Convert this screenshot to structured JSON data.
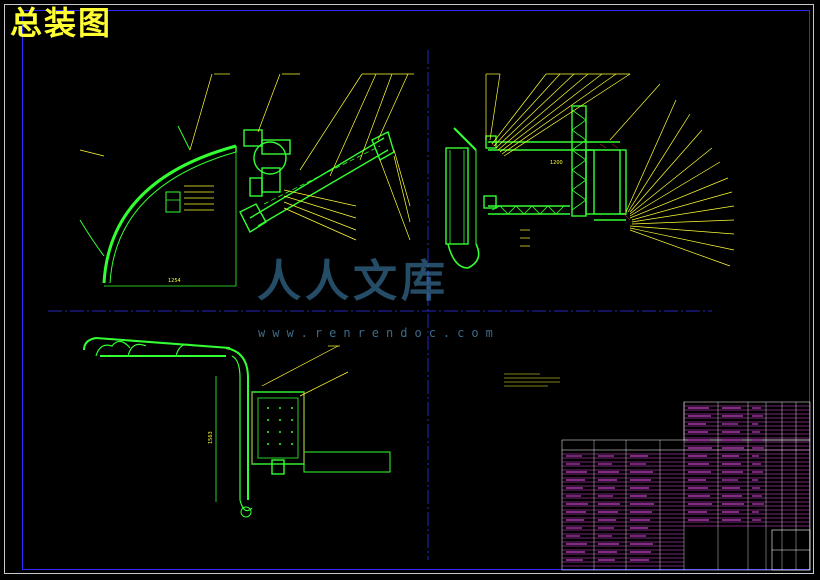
{
  "drawing": {
    "title": "总装图",
    "watermark_text": "人人文库",
    "watermark_url": "www.renrendoc.com"
  },
  "dimensions": {
    "upper_left_overall_width": "1254",
    "upper_right_beam_length": "1200",
    "lower_left_height": "1563"
  },
  "colors": {
    "background": "#000000",
    "frame_outer": "#c8c8c8",
    "frame_inner": "#2a2aff",
    "title": "#ffff33",
    "geometry": "#33ff33",
    "leaders": "#ffff33",
    "title_block": "#ff55ff",
    "centerline": "#3333ff",
    "hatch": "#ff3333"
  }
}
